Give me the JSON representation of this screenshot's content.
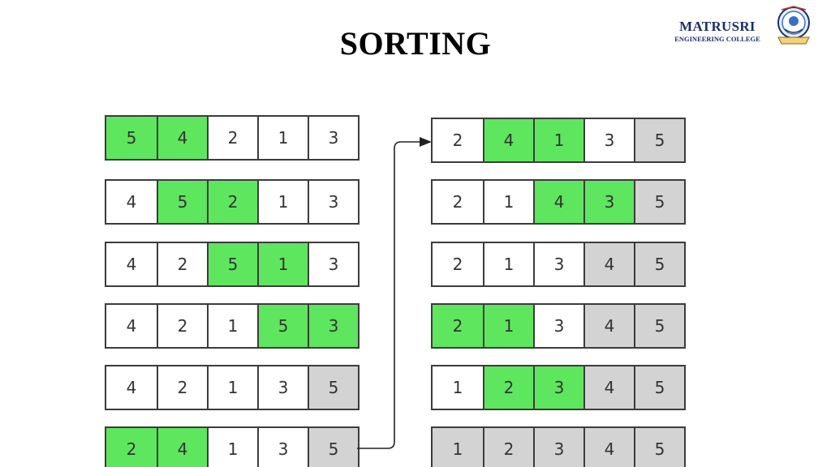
{
  "slide": {
    "title": "SORTING"
  },
  "logo": {
    "name": "MATRUSRI",
    "subtitle": "ENGINEERING COLLEGE"
  },
  "colors": {
    "compared": "#5ee65e",
    "sorted": "#d3d3d3",
    "unsorted": "#ffffff",
    "border": "#3c3c3c",
    "logo_text": "#1b2e6e"
  },
  "left_column": [
    [
      [
        "5",
        "g"
      ],
      [
        "4",
        "g"
      ],
      [
        "2",
        "w"
      ],
      [
        "1",
        "w"
      ],
      [
        "3",
        "w"
      ]
    ],
    [
      [
        "4",
        "w"
      ],
      [
        "5",
        "g"
      ],
      [
        "2",
        "g"
      ],
      [
        "1",
        "w"
      ],
      [
        "3",
        "w"
      ]
    ],
    [
      [
        "4",
        "w"
      ],
      [
        "2",
        "w"
      ],
      [
        "5",
        "g"
      ],
      [
        "1",
        "g"
      ],
      [
        "3",
        "w"
      ]
    ],
    [
      [
        "4",
        "w"
      ],
      [
        "2",
        "w"
      ],
      [
        "1",
        "w"
      ],
      [
        "5",
        "g"
      ],
      [
        "3",
        "g"
      ]
    ],
    [
      [
        "4",
        "w"
      ],
      [
        "2",
        "w"
      ],
      [
        "1",
        "w"
      ],
      [
        "3",
        "w"
      ],
      [
        "5",
        "s"
      ]
    ],
    [
      [
        "2",
        "g"
      ],
      [
        "4",
        "g"
      ],
      [
        "1",
        "w"
      ],
      [
        "3",
        "w"
      ],
      [
        "5",
        "s"
      ]
    ]
  ],
  "right_column": [
    [
      [
        "2",
        "w"
      ],
      [
        "4",
        "g"
      ],
      [
        "1",
        "g"
      ],
      [
        "3",
        "w"
      ],
      [
        "5",
        "s"
      ]
    ],
    [
      [
        "2",
        "w"
      ],
      [
        "1",
        "w"
      ],
      [
        "4",
        "g"
      ],
      [
        "3",
        "g"
      ],
      [
        "5",
        "s"
      ]
    ],
    [
      [
        "2",
        "w"
      ],
      [
        "1",
        "w"
      ],
      [
        "3",
        "w"
      ],
      [
        "4",
        "s"
      ],
      [
        "5",
        "s"
      ]
    ],
    [
      [
        "2",
        "g"
      ],
      [
        "1",
        "g"
      ],
      [
        "3",
        "w"
      ],
      [
        "4",
        "s"
      ],
      [
        "5",
        "s"
      ]
    ],
    [
      [
        "1",
        "w"
      ],
      [
        "2",
        "g"
      ],
      [
        "3",
        "g"
      ],
      [
        "4",
        "s"
      ],
      [
        "5",
        "s"
      ]
    ],
    [
      [
        "1",
        "s"
      ],
      [
        "2",
        "s"
      ],
      [
        "3",
        "s"
      ],
      [
        "4",
        "s"
      ],
      [
        "5",
        "s"
      ]
    ]
  ]
}
